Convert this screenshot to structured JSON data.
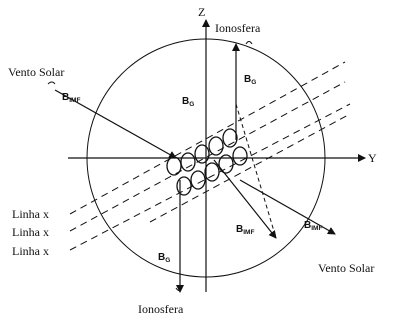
{
  "labels": {
    "z_axis": "Z",
    "y_axis": "Y",
    "ionosphere_top": "Ionosfera",
    "ionosphere_bottom": "Ionosfera",
    "solar_wind_in": "Vento Solar",
    "solar_wind_out": "Vento Solar",
    "field_line_1": "Linha x",
    "field_line_2": "Linha x",
    "field_line_3": "Linha x"
  },
  "vectors": {
    "bg_symbol": "B",
    "bg_sub": "G",
    "bimf_symbol": "B",
    "bimf_sub": "IMF"
  }
}
